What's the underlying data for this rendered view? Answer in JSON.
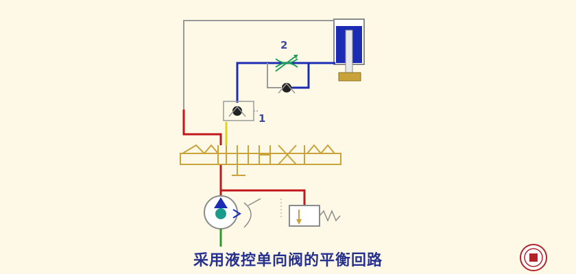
{
  "diagram": {
    "caption": "采用液控单向阀的平衡回路",
    "labels": {
      "throttle_check_valve": "2",
      "pilot_check_valve": "1"
    }
  },
  "colors": {
    "background": "#fdf9e6",
    "pressure_line": "#c0161c",
    "work_line": "#1c2bb4",
    "pilot_line": "#9a9a9a",
    "return_line": "#2a9a2a",
    "pilot_signal": "#e3d21c",
    "valve_outline": "#c9a23a",
    "cylinder_fill": "#1c2bb4",
    "rod": "#c9a23a",
    "caption": "#26308f",
    "seal": "#b3242a"
  },
  "icons": {
    "cylinder": "hydraulic-cylinder-icon",
    "throttle": "throttle-valve-icon",
    "check_valve": "check-valve-icon",
    "directional_valve": "three-position-directional-valve-icon",
    "pump": "hydraulic-pump-icon",
    "relief_valve": "relief-valve-icon",
    "seal": "institution-seal-icon"
  }
}
